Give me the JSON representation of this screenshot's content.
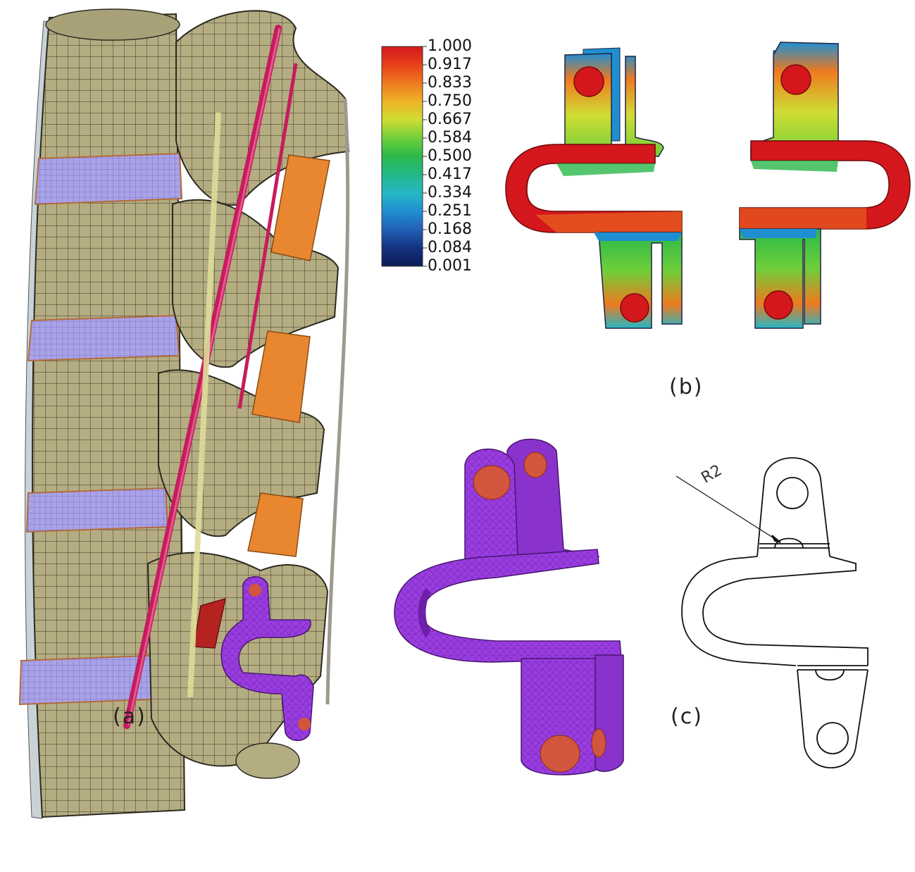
{
  "panels": {
    "a": "(a)",
    "b": "(b)",
    "c": "(c)"
  },
  "colorbar": {
    "labels": [
      "1.000",
      "0.917",
      "0.833",
      "0.750",
      "0.667",
      "0.584",
      "0.500",
      "0.417",
      "0.334",
      "0.251",
      "0.168",
      "0.084",
      "0.001"
    ],
    "colors": [
      "#d4171d",
      "#e8401a",
      "#ee7a1f",
      "#efb228",
      "#cfdd33",
      "#6fcf3a",
      "#2ab84a",
      "#23b889",
      "#25b7c4",
      "#1f8fd2",
      "#2360b6",
      "#15327f",
      "#0b1a55"
    ]
  },
  "drawing": {
    "dimension": "R2"
  },
  "colors": {
    "bone": "#b5ad82",
    "disc": "#a29ae0",
    "rod": "#c61c5e",
    "cartilage": "#e88730",
    "implant": "#9b3ee0",
    "pin": "#d2553d",
    "mesh_line": "#2b2a20"
  }
}
